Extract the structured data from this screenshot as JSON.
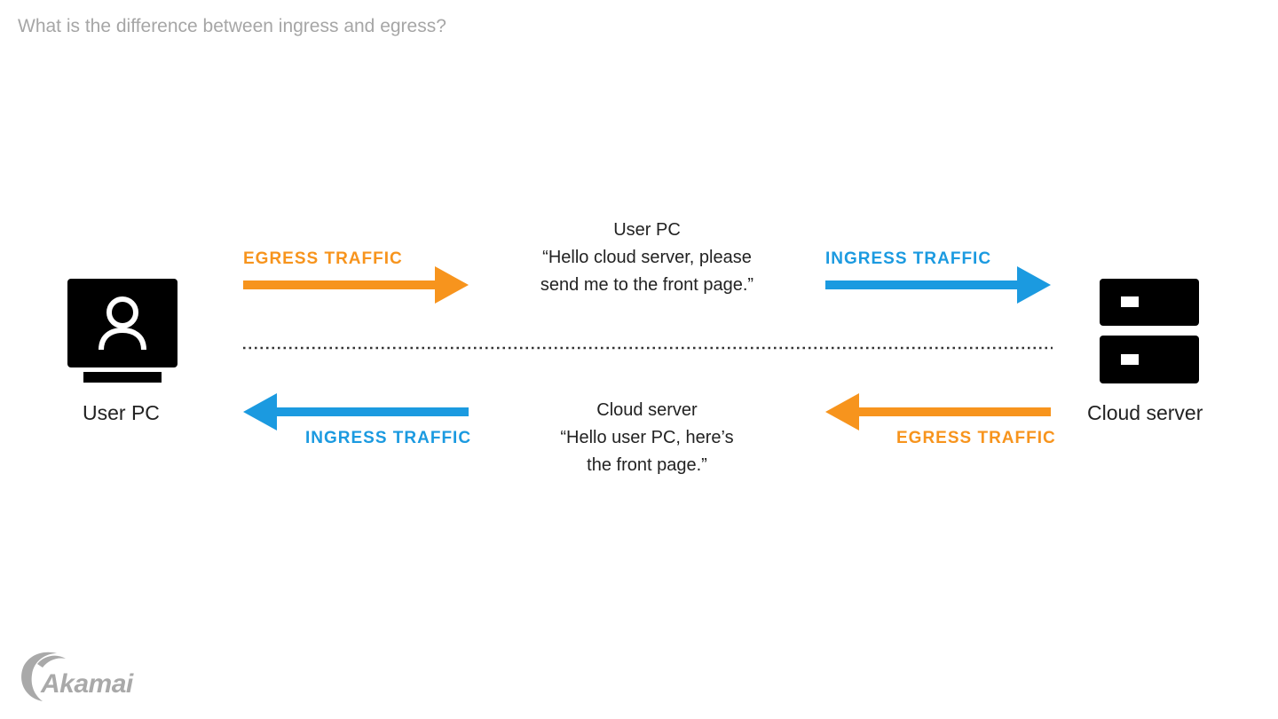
{
  "page": {
    "title": "What is the difference between ingress and egress?"
  },
  "nodes": {
    "user_pc": {
      "label": "User PC",
      "icon": "user-pc-monitor-icon"
    },
    "cloud_server": {
      "label": "Cloud server",
      "icon": "cloud-server-icon"
    }
  },
  "top_flow": {
    "left_label": "EGRESS TRAFFIC",
    "right_label": "INGRESS TRAFFIC",
    "message": {
      "speaker": "User PC",
      "line1": "“Hello cloud server, please",
      "line2": "send me to the front page.”"
    }
  },
  "bottom_flow": {
    "left_label": "INGRESS TRAFFIC",
    "right_label": "EGRESS TRAFFIC",
    "message": {
      "speaker": "Cloud server",
      "line1": "“Hello user PC, here’s",
      "line2": "the front page.”"
    }
  },
  "colors": {
    "egress": "#f7941d",
    "ingress": "#1b9ae0",
    "icon": "#000000",
    "title": "#a6a6a6",
    "logo": "#a9a9a9"
  },
  "logo": {
    "text": "Akamai"
  }
}
